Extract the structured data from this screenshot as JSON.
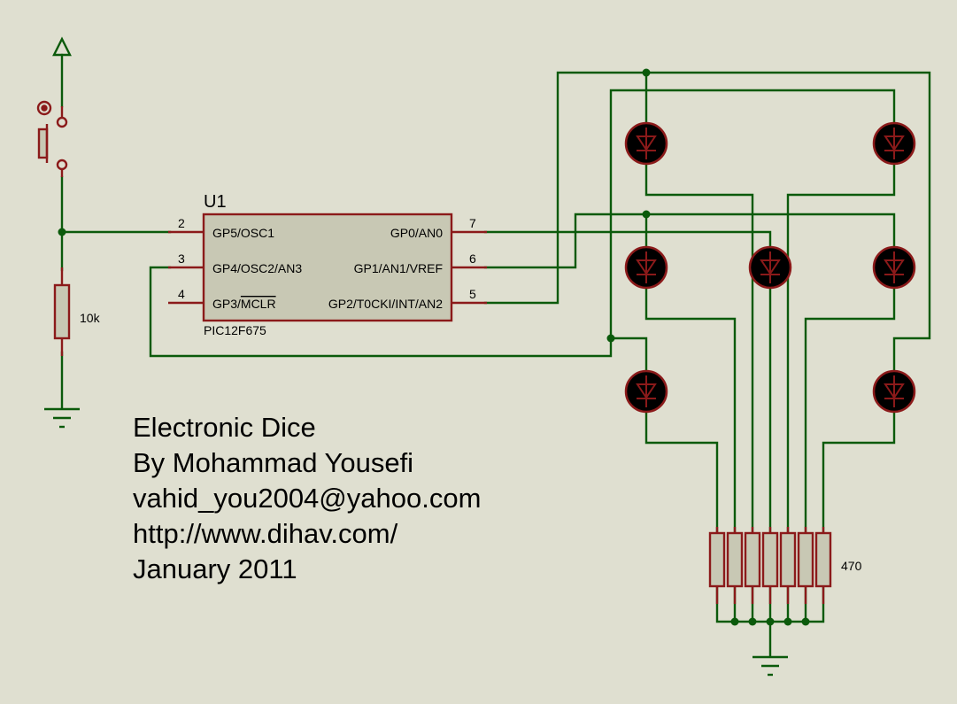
{
  "colors": {
    "background": "#dfdfd0",
    "wire": "#0b5a0b",
    "component": "#8b1a1a",
    "led_body": "#000000",
    "ic_body": "#c8c8b4"
  },
  "mcu": {
    "designator": "U1",
    "part": "PIC12F675",
    "pins": [
      {
        "num": "2",
        "label": "GP5/OSC1"
      },
      {
        "num": "3",
        "label": "GP4/OSC2/AN3"
      },
      {
        "num": "4",
        "label": "GP3/MCLR",
        "overline": "MCLR"
      },
      {
        "num": "7",
        "label": "GP0/AN0"
      },
      {
        "num": "6",
        "label": "GP1/AN1/VREF"
      },
      {
        "num": "5",
        "label": "GP2/T0CKI/INT/AN2"
      }
    ]
  },
  "pullup_resistor": {
    "value": "10k"
  },
  "led_resistors": {
    "value": "470"
  },
  "leds": [
    {
      "name": "led-top-left"
    },
    {
      "name": "led-top-right"
    },
    {
      "name": "led-mid-left"
    },
    {
      "name": "led-center"
    },
    {
      "name": "led-mid-right"
    },
    {
      "name": "led-bottom-left"
    },
    {
      "name": "led-bottom-right"
    }
  ],
  "title_block": {
    "line1": "Electronic Dice",
    "line2": "By Mohammad Yousefi",
    "line3": "vahid_you2004@yahoo.com",
    "line4": "http://www.dihav.com/",
    "line5": "January 2011"
  }
}
